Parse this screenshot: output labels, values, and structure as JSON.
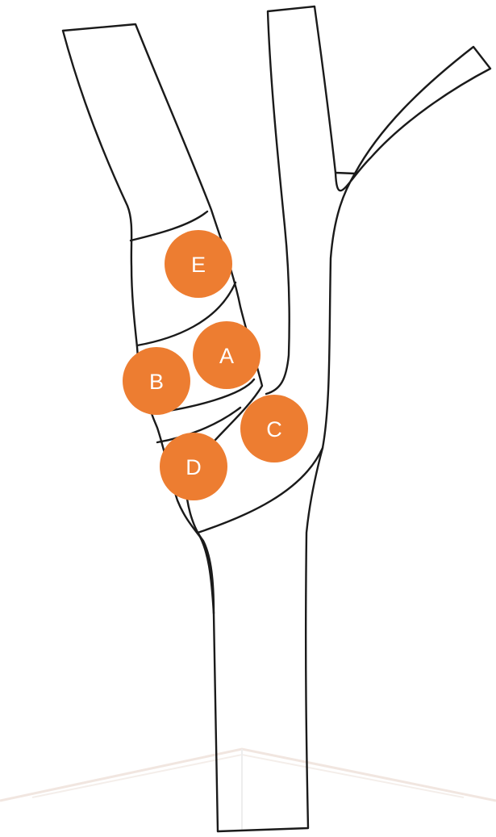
{
  "diagram": {
    "marker_color": "#ED7D31",
    "outline_color": "#1a1a1a",
    "markers": [
      {
        "id": "marker-e",
        "label": "E"
      },
      {
        "id": "marker-a",
        "label": "A"
      },
      {
        "id": "marker-b",
        "label": "B"
      },
      {
        "id": "marker-c",
        "label": "C"
      },
      {
        "id": "marker-d",
        "label": "D"
      }
    ]
  }
}
